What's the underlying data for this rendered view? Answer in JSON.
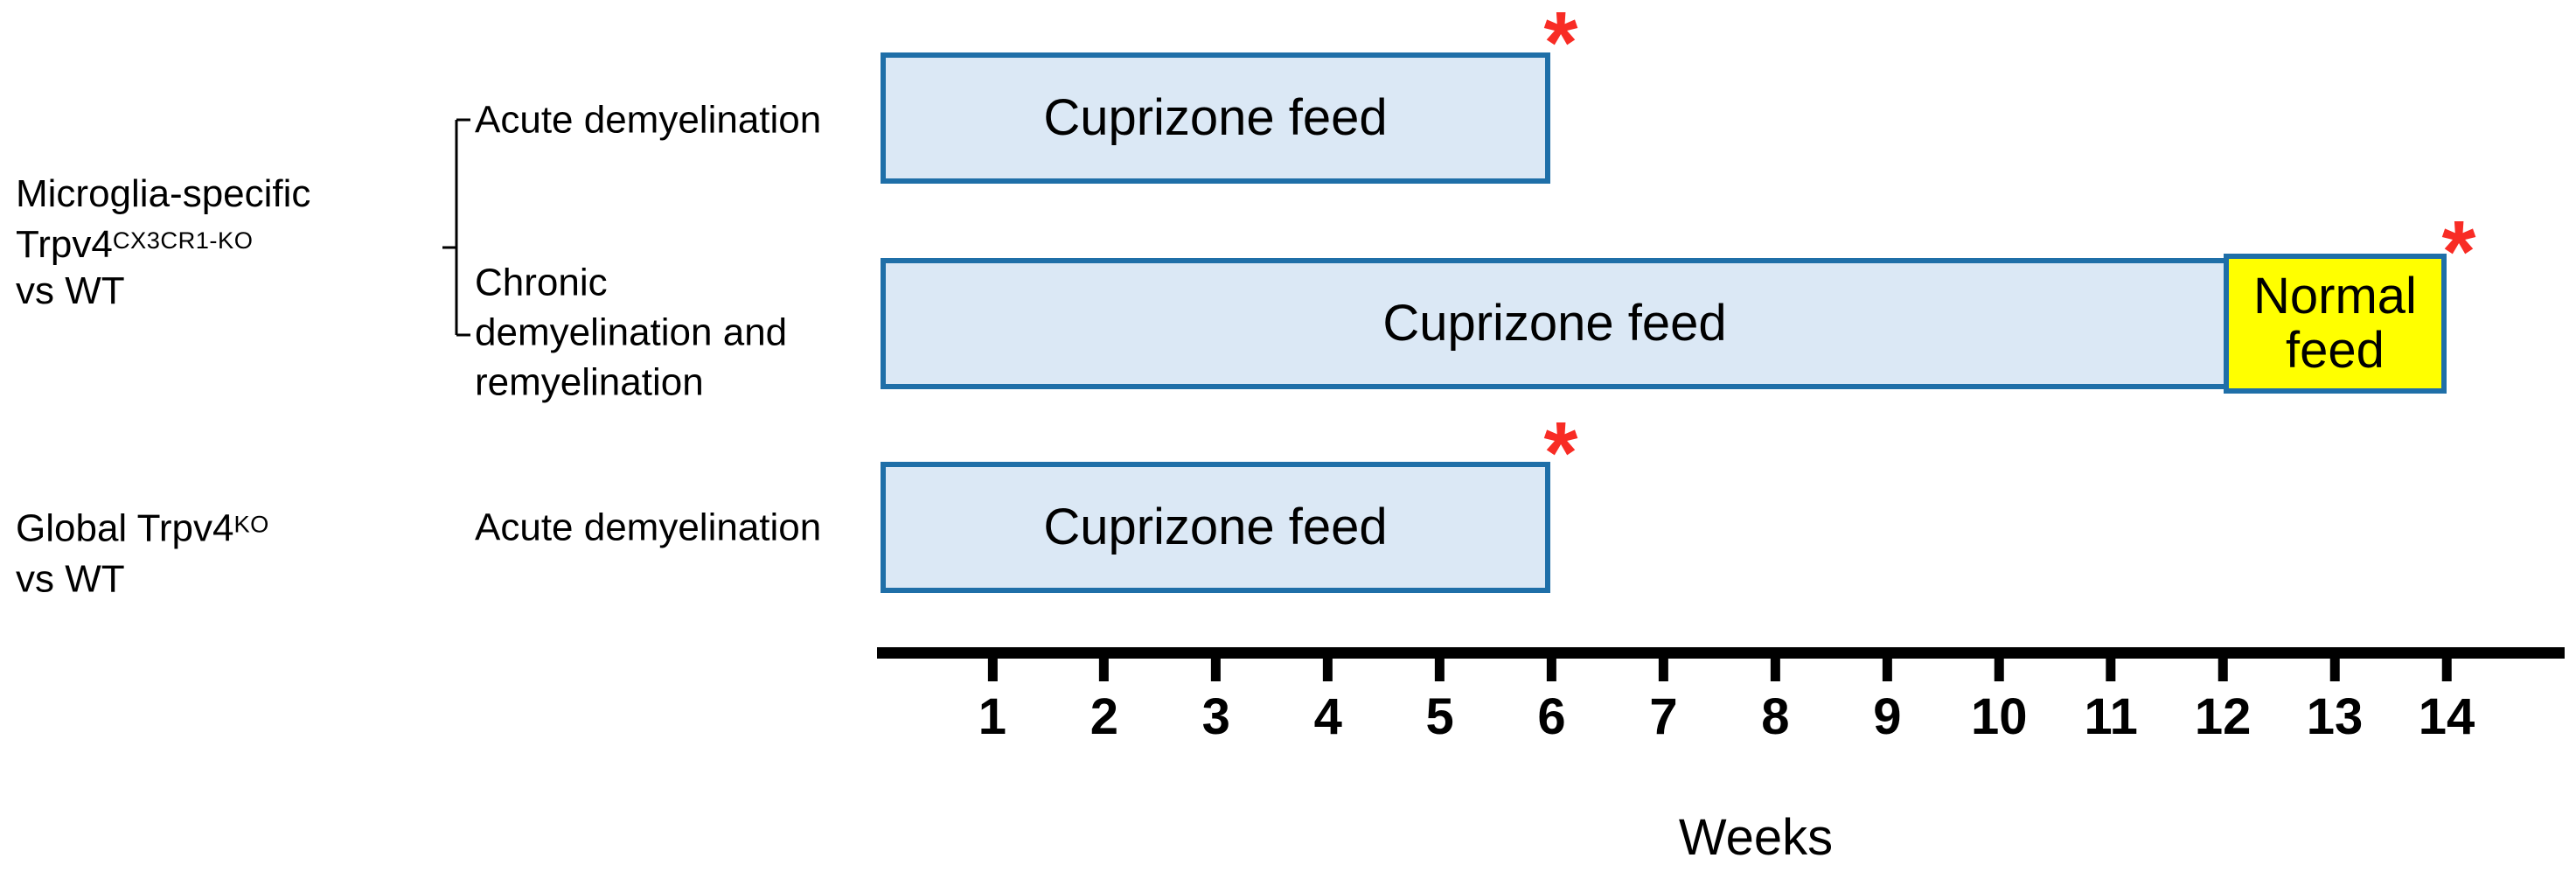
{
  "colors": {
    "box_fill": "#dbe8f5",
    "box_border": "#1f6fa8",
    "normal_feed_fill": "#ffff00",
    "marker_red": "#f82c25",
    "axis_black": "#000000",
    "text_black": "#000000"
  },
  "group_labels": {
    "microglia": {
      "line1": "Microglia-specific",
      "line2_base": "Trpv4",
      "line2_sup": "CX3CR1-KO",
      "line3": "vs WT"
    },
    "global": {
      "line1_base": "Global Trpv4",
      "line1_sup": "KO",
      "line2": "vs WT"
    }
  },
  "rows": [
    {
      "condition": "Acute demyelination",
      "bar_label": "Cuprizone feed",
      "bar_start_week": 0,
      "bar_end_week": 6,
      "endpoint_marker": "*"
    },
    {
      "condition_lines": [
        "Chronic",
        "demyelination and",
        "remyelination"
      ],
      "bar_label": "Cuprizone feed",
      "bar_start_week": 0,
      "bar_end_week": 12,
      "bar2_label_lines": [
        "Normal",
        "feed"
      ],
      "bar2_start_week": 12,
      "bar2_end_week": 14,
      "endpoint_marker": "*"
    },
    {
      "condition": "Acute demyelination",
      "bar_label": "Cuprizone feed",
      "bar_start_week": 0,
      "bar_end_week": 6,
      "endpoint_marker": "*"
    }
  ],
  "axis": {
    "tick_labels": [
      "1",
      "2",
      "3",
      "4",
      "5",
      "6",
      "7",
      "8",
      "9",
      "10",
      "11",
      "12",
      "13",
      "14"
    ],
    "label": "Weeks"
  }
}
